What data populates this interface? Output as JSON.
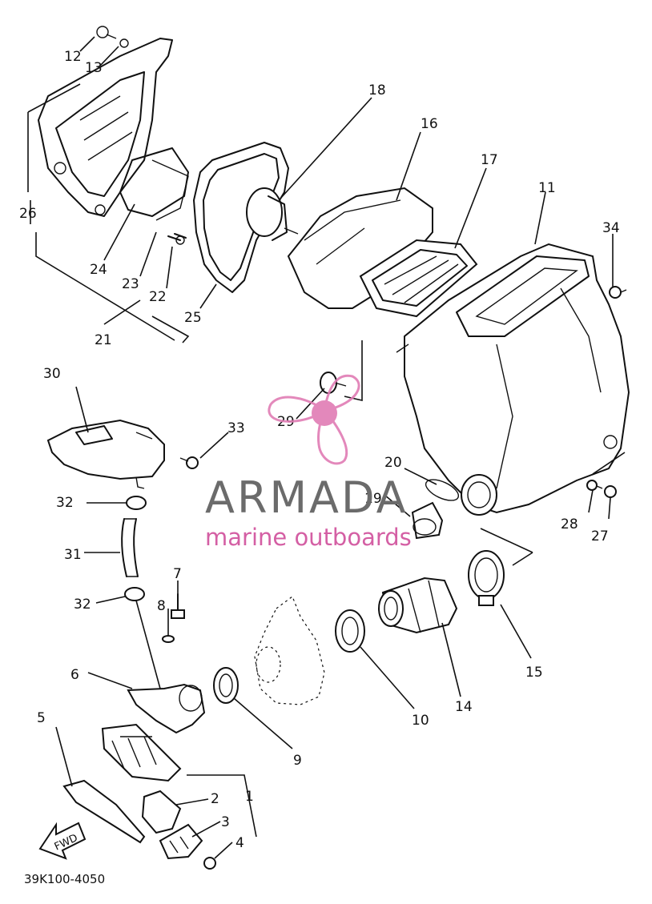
{
  "diagram": {
    "part_numbers": [
      "1",
      "2",
      "3",
      "4",
      "5",
      "6",
      "7",
      "8",
      "9",
      "10",
      "11",
      "12",
      "13",
      "14",
      "15",
      "16",
      "17",
      "18",
      "19",
      "20",
      "21",
      "22",
      "23",
      "24",
      "25",
      "26",
      "27",
      "28",
      "29",
      "30",
      "31",
      "32",
      "33",
      "34"
    ],
    "fwd_label": "FWD",
    "drawing_code": "39K100-4050"
  },
  "watermark": {
    "brand": "ARMADA",
    "tagline": "marine outboards",
    "colors": {
      "logo": "#e07cb4",
      "text": "#6b6b6b"
    }
  }
}
